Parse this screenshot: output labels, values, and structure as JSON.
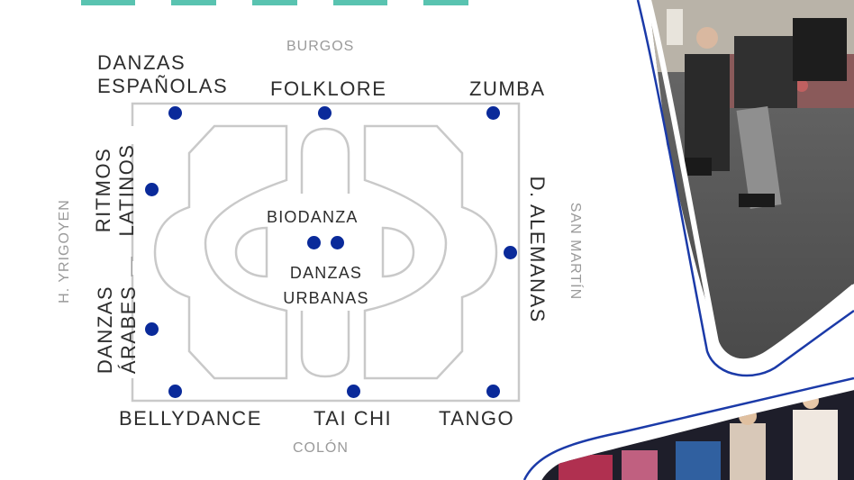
{
  "streets": {
    "top": "BURGOS",
    "bottom": "COLÓN",
    "left": "H. YRIGOYEN",
    "right": "SAN MARTÍN"
  },
  "dances": {
    "espanolas_line1": "DANZAS",
    "espanolas_line2": "ESPAÑOLAS",
    "folklore": "FOLKLORE",
    "zumba": "ZUMBA",
    "ritmos_line1": "RITMOS",
    "ritmos_line2": "LATINOS",
    "arabes_line1": "DANZAS",
    "arabes_line2": "ÁRABES",
    "alemanas": "D. ALEMANAS",
    "bellydance": "BELLYDANCE",
    "taichi": "TAI CHI",
    "tango": "TANGO",
    "biodanza": "BIODANZA",
    "urbanas_line1": "DANZAS",
    "urbanas_line2": "URBANAS",
    "dash": "—"
  },
  "colors": {
    "dot": "#0a2a9a",
    "frame": "#c9c9c9",
    "accent_stroke": "#1b3aa8"
  }
}
